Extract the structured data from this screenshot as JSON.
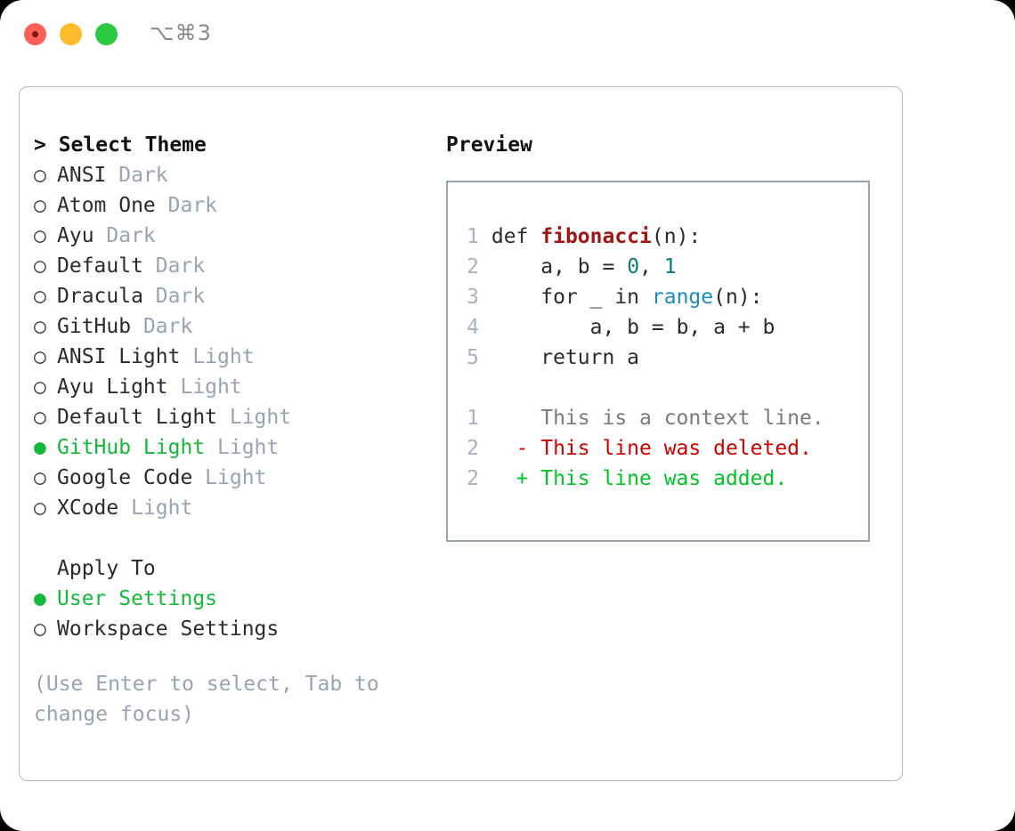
{
  "titlebar": {
    "shortcut": "⌥⌘3",
    "buttons": [
      {
        "name": "close",
        "color": "#ff6159"
      },
      {
        "name": "minimize",
        "color": "#ffbd2e"
      },
      {
        "name": "maximize",
        "color": "#2bc840"
      }
    ]
  },
  "colors": {
    "selected_green": "#14b83a",
    "muted": "#9aa3b0",
    "panel_border": "#b3bac6",
    "preview_border": "#97a2b2",
    "diff_deleted": "#cc0000",
    "diff_added": "#00c425"
  },
  "theme_list": {
    "header": "> Select Theme",
    "bullet_unselected": "○",
    "bullet_selected": "●",
    "items": [
      {
        "name": "ANSI",
        "variant": "Dark",
        "selected": false
      },
      {
        "name": "Atom One",
        "variant": "Dark",
        "selected": false
      },
      {
        "name": "Ayu",
        "variant": "Dark",
        "selected": false
      },
      {
        "name": "Default",
        "variant": "Dark",
        "selected": false
      },
      {
        "name": "Dracula",
        "variant": "Dark",
        "selected": false
      },
      {
        "name": "GitHub",
        "variant": "Dark",
        "selected": false
      },
      {
        "name": "ANSI Light",
        "variant": "Light",
        "selected": false
      },
      {
        "name": "Ayu Light",
        "variant": "Light",
        "selected": false
      },
      {
        "name": "Default Light",
        "variant": "Light",
        "selected": false
      },
      {
        "name": "GitHub Light",
        "variant": "Light",
        "selected": true
      },
      {
        "name": "Google Code",
        "variant": "Light",
        "selected": false
      },
      {
        "name": "XCode",
        "variant": "Light",
        "selected": false
      }
    ]
  },
  "apply_to": {
    "label": "Apply To",
    "options": [
      {
        "name": "User Settings",
        "selected": true
      },
      {
        "name": "Workspace Settings",
        "selected": false
      }
    ]
  },
  "help_text": "(Use Enter to select, Tab to change focus)",
  "preview": {
    "title": "Preview",
    "code_lines": [
      {
        "no": "1",
        "segments": [
          {
            "text": "def ",
            "style": "plain"
          },
          {
            "text": "fibonacci",
            "style": "kw-fn"
          },
          {
            "text": "(n):",
            "style": "plain"
          }
        ]
      },
      {
        "no": "2",
        "segments": [
          {
            "text": "    a, b = ",
            "style": "plain"
          },
          {
            "text": "0",
            "style": "kw-num"
          },
          {
            "text": ", ",
            "style": "plain"
          },
          {
            "text": "1",
            "style": "kw-num"
          }
        ]
      },
      {
        "no": "3",
        "segments": [
          {
            "text": "    for _ in ",
            "style": "plain"
          },
          {
            "text": "range",
            "style": "kw-call"
          },
          {
            "text": "(n):",
            "style": "plain"
          }
        ]
      },
      {
        "no": "4",
        "segments": [
          {
            "text": "        a, b = b, a + b",
            "style": "plain"
          }
        ]
      },
      {
        "no": "5",
        "segments": [
          {
            "text": "    return a",
            "style": "plain"
          }
        ]
      }
    ],
    "diff_lines": [
      {
        "no": "1",
        "marker": "  ",
        "text": "This is a context line.",
        "kind": "diff-ctx"
      },
      {
        "no": "2",
        "marker": "- ",
        "text": "This line was deleted.",
        "kind": "diff-del"
      },
      {
        "no": "2",
        "marker": "+ ",
        "text": "This line was added.",
        "kind": "diff-add"
      }
    ]
  }
}
